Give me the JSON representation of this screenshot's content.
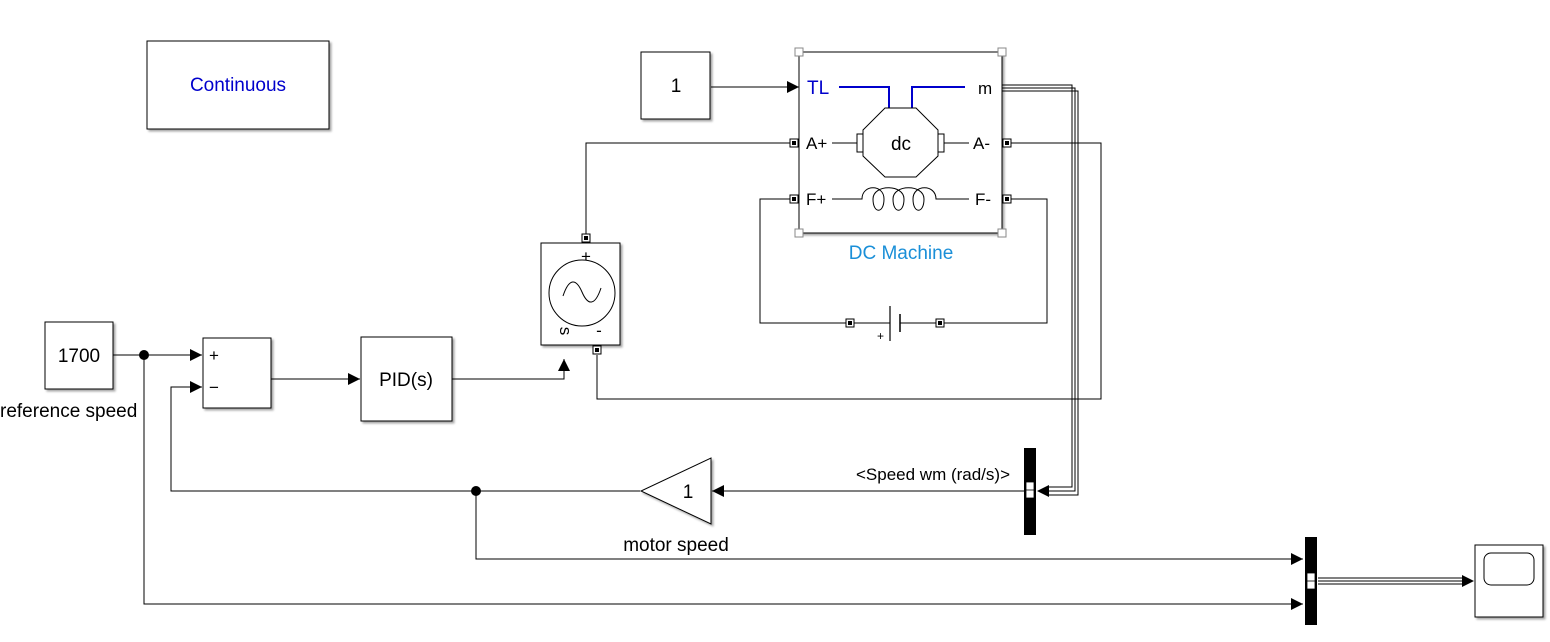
{
  "diagram": {
    "blocks": {
      "powergui": {
        "label": "Continuous"
      },
      "load_torque_const": {
        "value": "1"
      },
      "ref_const": {
        "value": "1700",
        "caption": "reference speed"
      },
      "sum": {
        "plus": "+",
        "minus": "−"
      },
      "pid": {
        "label": "PID(s)"
      },
      "cvs": {
        "plus": "+",
        "s": "s",
        "minus": "-"
      },
      "dc_machine": {
        "name": "DC Machine",
        "tl": "TL",
        "m": "m",
        "a_plus": "A+",
        "a_minus": "A-",
        "f_plus": "F+",
        "f_minus": "F-",
        "core": "dc"
      },
      "battery": {
        "plus": "+"
      },
      "gain": {
        "value": "1",
        "caption": "motor speed"
      },
      "bus_selector": {
        "signal": "<Speed wm (rad/s)>"
      },
      "scope": {}
    },
    "colors": {
      "powergui_text": "#0000cc",
      "tl_text": "#0000cc",
      "tl_lines": "#0000cc",
      "block_name": "#1a8fd8",
      "stroke": "#000000"
    }
  }
}
